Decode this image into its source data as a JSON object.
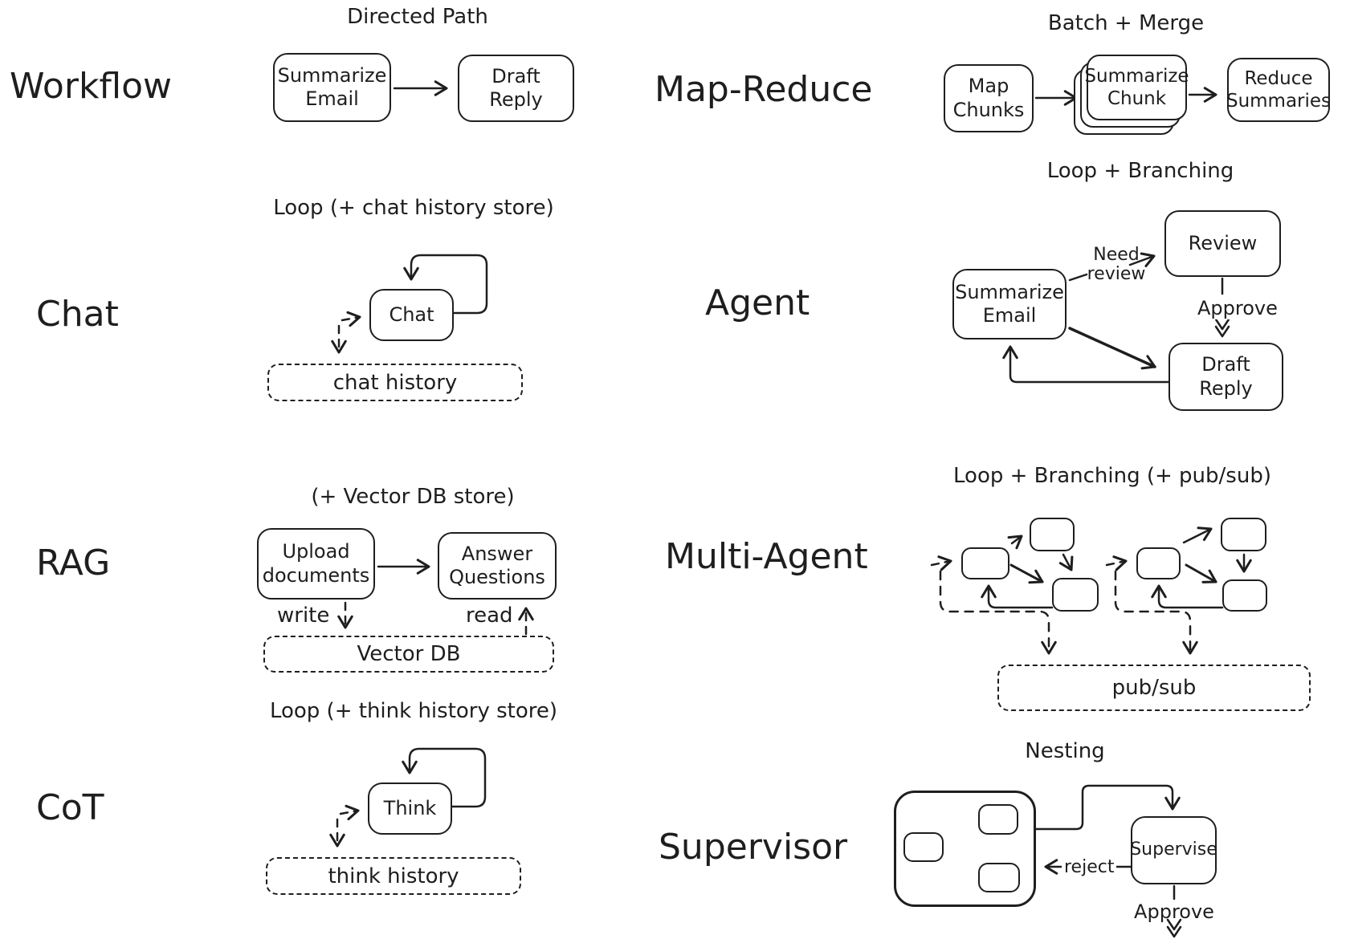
{
  "colors": {
    "ink": "#1e1e1e",
    "background": "#ffffff"
  },
  "sections": {
    "workflow": {
      "label": "Workflow",
      "pattern_title": "Directed Path",
      "nodes": {
        "summarize_email": "Summarize Email",
        "draft_reply": "Draft Reply"
      },
      "edges": [
        {
          "from": "Summarize Email",
          "to": "Draft Reply",
          "label": ""
        }
      ]
    },
    "map_reduce": {
      "label": "Map-Reduce",
      "pattern_title": "Batch + Merge",
      "nodes": {
        "map_chunks": "Map Chunks",
        "summarize_chunk": "Summarize Chunk",
        "reduce_summaries": "Reduce Summaries"
      },
      "edges": [
        {
          "from": "Map Chunks",
          "to": "Summarize Chunk",
          "label": ""
        },
        {
          "from": "Summarize Chunk",
          "to": "Reduce Summaries",
          "label": ""
        }
      ]
    },
    "chat": {
      "label": "Chat",
      "pattern_title": "Loop (+ chat history store)",
      "nodes": {
        "chat": "Chat"
      },
      "store": "chat history",
      "edges": [
        {
          "from": "Chat",
          "to": "Chat",
          "label": "loop"
        },
        {
          "from": "Chat",
          "to": "chat history",
          "label": ""
        }
      ]
    },
    "agent": {
      "label": "Agent",
      "pattern_title": "Loop + Branching",
      "nodes": {
        "summarize_email": "Summarize Email",
        "review": "Review",
        "draft_reply": "Draft Reply"
      },
      "edges": {
        "need_review": "Need review",
        "approve": "Approve"
      }
    },
    "rag": {
      "label": "RAG",
      "pattern_title": "(+ Vector DB store)",
      "nodes": {
        "upload_documents": "Upload documents",
        "answer_questions": "Answer Questions"
      },
      "store": "Vector DB",
      "edges": {
        "write": "write",
        "read": "read"
      }
    },
    "multi_agent": {
      "label": "Multi-Agent",
      "pattern_title": "Loop + Branching (+ pub/sub)",
      "store": "pub/sub"
    },
    "cot": {
      "label": "CoT",
      "pattern_title": "Loop (+ think history store)",
      "nodes": {
        "think": "Think"
      },
      "store": "think history"
    },
    "supervisor": {
      "label": "Supervisor",
      "pattern_title": "Nesting",
      "nodes": {
        "supervise": "Supervise"
      },
      "edges": {
        "reject": "reject",
        "approve": "Approve"
      }
    }
  }
}
